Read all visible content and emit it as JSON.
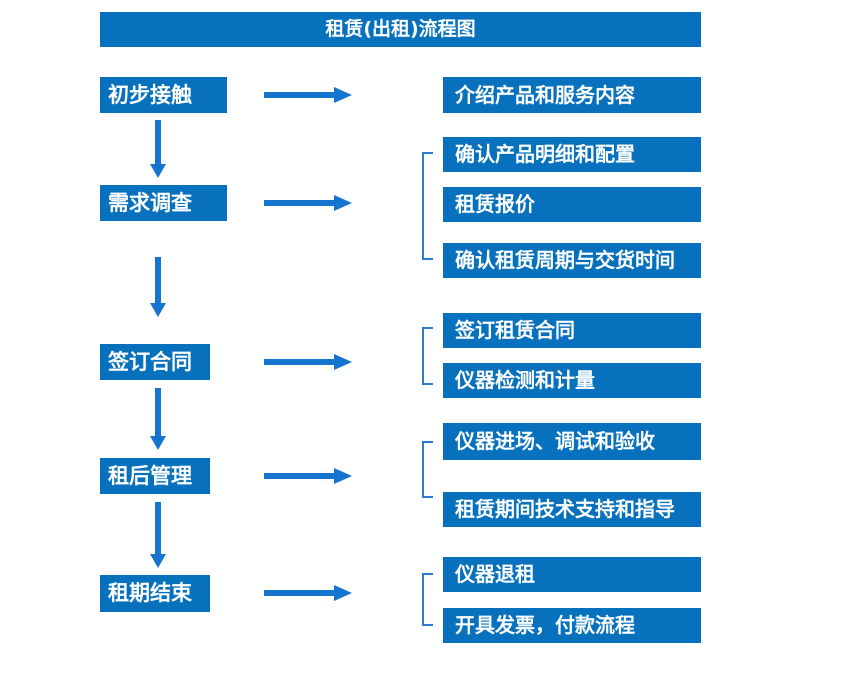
{
  "title": "租赁(出租)流程图",
  "colors": {
    "box": "#0771be",
    "arrow": "#1574cd",
    "bracket": "#2b7dd0",
    "boxtext": "#ffffff",
    "bg": "#ffffff"
  },
  "steps": [
    {
      "label": "初步接触",
      "outputs": [
        "介绍产品和服务内容"
      ]
    },
    {
      "label": "需求调查",
      "outputs": [
        "确认产品明细和配置",
        "租赁报价",
        "确认租赁周期与交货时间"
      ]
    },
    {
      "label": "签订合同",
      "outputs": [
        "签订租赁合同",
        "仪器检测和计量"
      ]
    },
    {
      "label": "租后管理",
      "outputs": [
        "仪器进场、调试和验收",
        "租赁期间技术支持和指导"
      ]
    },
    {
      "label": "租期结束",
      "outputs": [
        "仪器退租",
        "开具发票，付款流程"
      ]
    }
  ]
}
